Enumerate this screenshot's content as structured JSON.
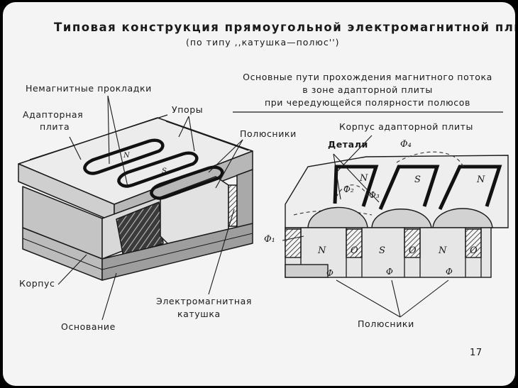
{
  "title": "Типовая конструкция прямоугольной электромагнитной плиты",
  "subtitle": "(по типу ,,катушка—полюс'')",
  "left_diagram": {
    "labels": {
      "nonmagnetic_spacers": "Немагнитные прокладки",
      "adapter_plate_line1": "Адапторная",
      "adapter_plate_line2": "плита",
      "stops": "Упоры",
      "pole_pieces": "Полюсники",
      "housing": "Корпус",
      "base": "Основание",
      "coil_line1": "Электромагнитная",
      "coil_line2": "катушка"
    },
    "pole_marks": {
      "n": "N",
      "s": "S"
    }
  },
  "right_diagram": {
    "caption": [
      "Основные пути прохождения магнитного потока",
      "в зоне адапторной плиты",
      "при чередующейся полярности полюсов"
    ],
    "labels": {
      "plate_housing": "Корпус адапторной плиты",
      "parts": "Детали",
      "pole_pieces": "Полюсники"
    },
    "flux": {
      "phi1": "Φ₁",
      "phi2": "Φ₂",
      "phi3": "Φ₃",
      "phi4": "Φ₄",
      "phi": "Φ"
    },
    "pole_marks": {
      "n": "N",
      "s": "S",
      "o": "O"
    }
  },
  "page_number": "17"
}
